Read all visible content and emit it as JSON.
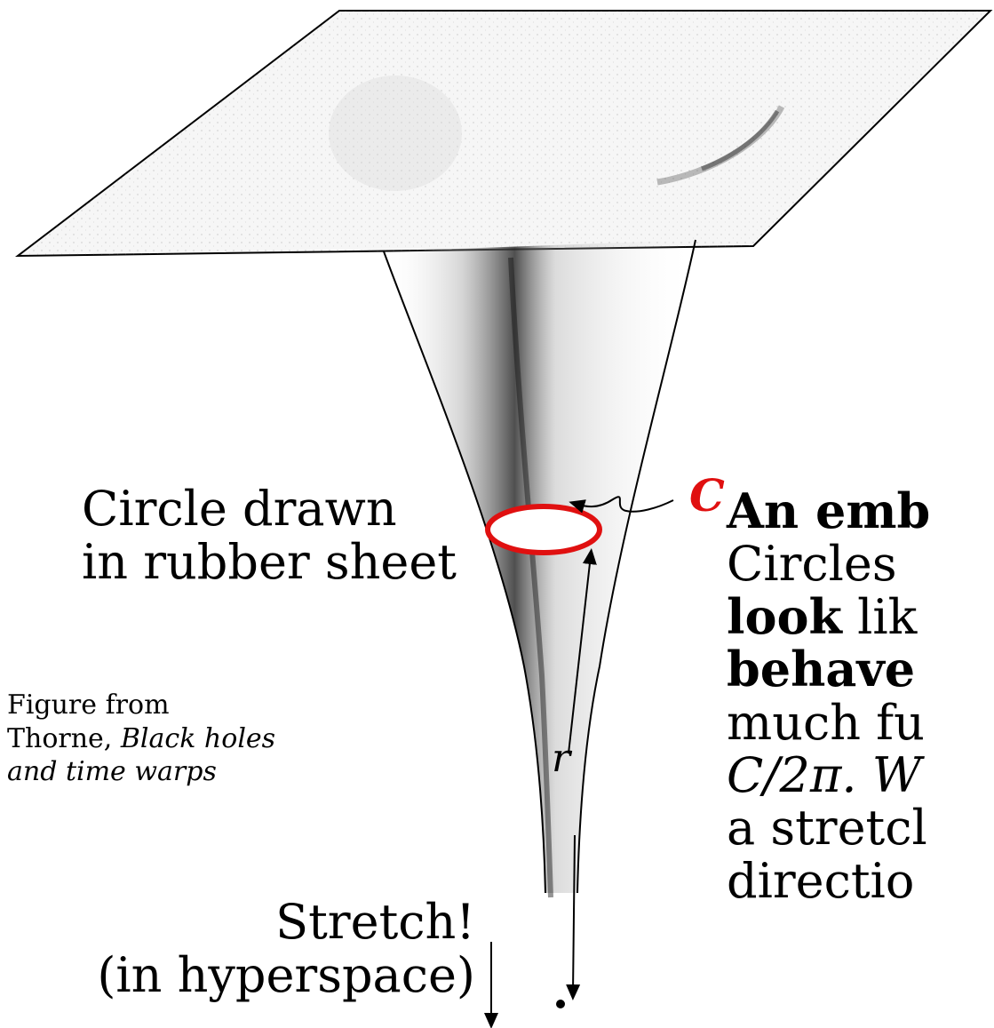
{
  "labels": {
    "circle_caption": [
      "Circle drawn",
      "in rubber sheet"
    ],
    "stretch_caption": [
      "Stretch!",
      "(in hyperspace)"
    ],
    "circumference_symbol": "C",
    "radius_symbol": "r",
    "credit": {
      "line1": "Figure from",
      "line2_text": "Thorne, ",
      "line2_italic": "Black holes",
      "line3_italic": "and time warps"
    }
  },
  "side_text": {
    "line1_bold": "An emb",
    "line2": "Circles",
    "line3_bold": "look",
    "line3_rest": " lik",
    "line4_bold": "behave",
    "line5": "much fu",
    "line6": "C/2π. W",
    "line7": "a stretcl",
    "line8": "directio"
  },
  "colors": {
    "accent": "#e01010",
    "ink": "#000000",
    "sheet_fill": "#f7f7f7"
  }
}
